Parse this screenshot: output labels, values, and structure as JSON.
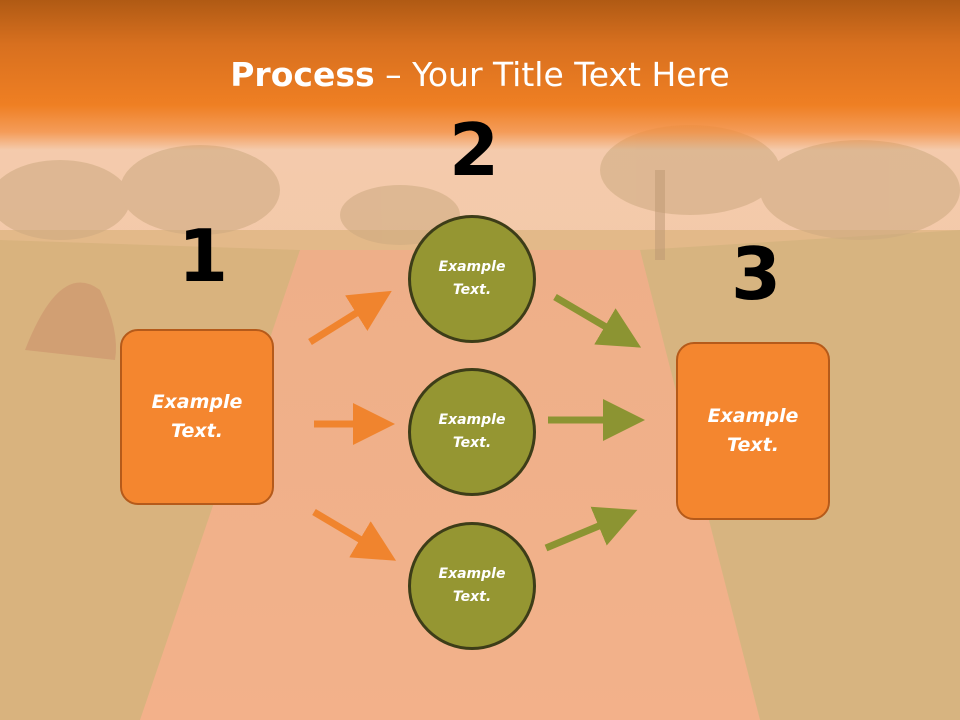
{
  "title": {
    "bold": "Process",
    "rest": " – Your Title Text Here"
  },
  "steps": {
    "step1_number": "1",
    "step2_number": "2",
    "step3_number": "3"
  },
  "boxes": {
    "left": "Example Text.",
    "right": "Example Text."
  },
  "circles": {
    "top": "Example Text.",
    "middle": "Example Text.",
    "bottom": "Example Text."
  },
  "colors": {
    "header": "#ef7f23",
    "box_fill": "#f4862f",
    "circle_fill": "#959632",
    "arrow_orange": "#f0842e",
    "arrow_olive": "#8c9432"
  }
}
